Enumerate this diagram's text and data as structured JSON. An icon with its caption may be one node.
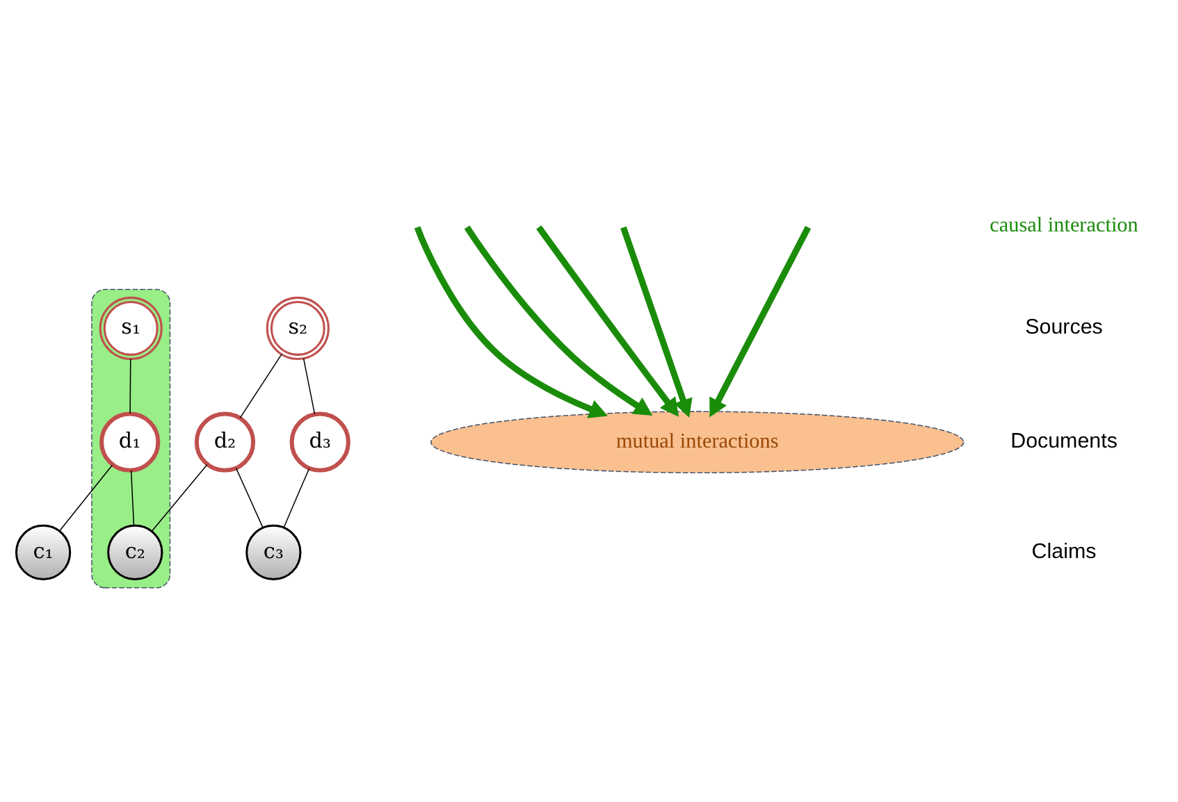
{
  "diagram": {
    "nodes": [
      {
        "text": [],
        "shape": "blob"
      },
      {
        "text": [
          "s₁"
        ],
        "in": 0
      },
      {
        "text": [
          "s₂"
        ]
      },
      {
        "text": [
          "d₁"
        ],
        "in": 0
      },
      {
        "text": [
          "d₂"
        ]
      },
      {
        "text": [
          "d₃"
        ]
      },
      {
        "text": [
          "c₁"
        ]
      },
      {
        "text": [
          "c₂"
        ],
        "in": 0
      },
      {
        "text": [
          "c₃"
        ]
      },
      {
        "text": [
          "mutual interactions"
        ]
      }
    ],
    "edges": [
      {
        "from": 1,
        "to": 3,
        "arrow": "none"
      },
      {
        "from": 2,
        "to": 4,
        "arrow": "none"
      },
      {
        "from": 2,
        "to": 5,
        "arrow": "none"
      },
      {
        "from": 3,
        "to": 6,
        "arrow": "none"
      },
      {
        "from": 3,
        "to": 7,
        "arrow": "none"
      },
      {
        "from": 4,
        "to": 7,
        "arrow": "none"
      },
      {
        "from": 4,
        "to": 8,
        "arrow": "none"
      },
      {
        "from": 5,
        "to": 8,
        "arrow": "none"
      },
      {
        "from": null,
        "to": 9,
        "arrow": "to",
        "style": "thick",
        "color": "#1a8c0a"
      },
      {
        "from": null,
        "to": 9,
        "arrow": "to",
        "style": "thick",
        "color": "#1a8c0a"
      },
      {
        "from": null,
        "to": 9,
        "arrow": "to",
        "style": "thick",
        "color": "#1a8c0a"
      },
      {
        "from": null,
        "to": 9,
        "arrow": "to",
        "style": "thick",
        "color": "#1a8c0a"
      },
      {
        "from": null,
        "to": 9,
        "arrow": "to",
        "style": "thick",
        "color": "#1a8c0a"
      }
    ],
    "labels": [
      "causal interaction",
      "Sources",
      "Documents",
      "Claims"
    ]
  }
}
